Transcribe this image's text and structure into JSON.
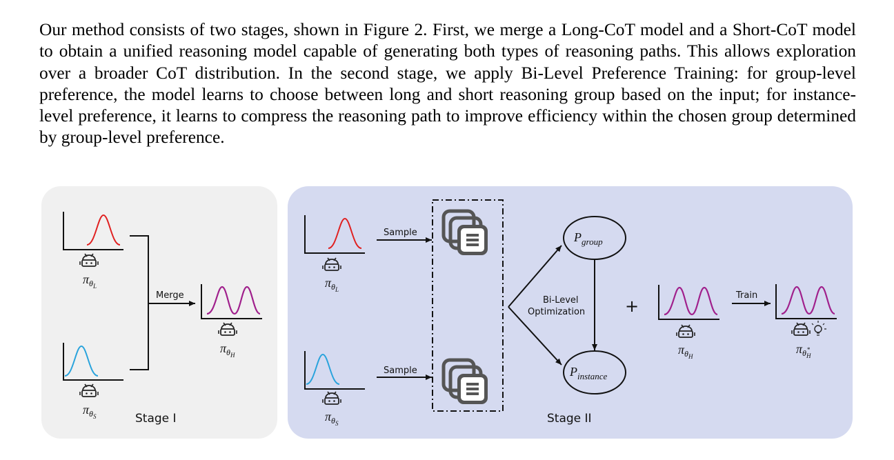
{
  "paragraph": "Our method consists of two stages, shown in Figure 2. First, we merge a Long-CoT model and a Short-CoT model to obtain a unified reasoning model capable of generating both types of reasoning paths. This allows exploration over a broader CoT distribution. In the second stage, we apply Bi-Level Preference Training: for group-level preference, the model learns to choose between long and short reasoning group based on the input; for instance-level preference, it learns to compress the reasoning path to improve efficiency within the chosen group determined by group-level preference.",
  "figure": {
    "stage1": {
      "label": "Stage I",
      "merge_label": "Merge",
      "long_model": {
        "symbol": "π",
        "sub": "θ",
        "subsub": "L"
      },
      "short_model": {
        "symbol": "π",
        "sub": "θ",
        "subsub": "S"
      },
      "hybrid_model": {
        "symbol": "π",
        "sub": "θ",
        "subsub": "H"
      }
    },
    "stage2": {
      "label": "Stage II",
      "sample_label_top": "Sample",
      "sample_label_bottom": "Sample",
      "bilevel_label_line1": "Bi-Level",
      "bilevel_label_line2": "Optimization",
      "p_group": {
        "symbol": "P",
        "sub": "group"
      },
      "p_instance": {
        "symbol": "P",
        "sub": "instance"
      },
      "plus": "+",
      "train_label": "Train",
      "long_model": {
        "symbol": "π",
        "sub": "θ",
        "subsub": "L"
      },
      "short_model": {
        "symbol": "π",
        "sub": "θ",
        "subsub": "S"
      },
      "hybrid_model": {
        "symbol": "π",
        "sub": "θ",
        "subsub": "H"
      },
      "trained_model": {
        "symbol": "π",
        "sub": "θ",
        "subsub": "H",
        "sup": "*"
      }
    },
    "colors": {
      "stage1_bg": "#f0f0f0",
      "stage2_bg": "#d5daf0",
      "long_curve": "#e02020",
      "short_curve": "#29a3dc",
      "hybrid_curve": "#a0208c",
      "doc_icon": "#555555"
    }
  }
}
